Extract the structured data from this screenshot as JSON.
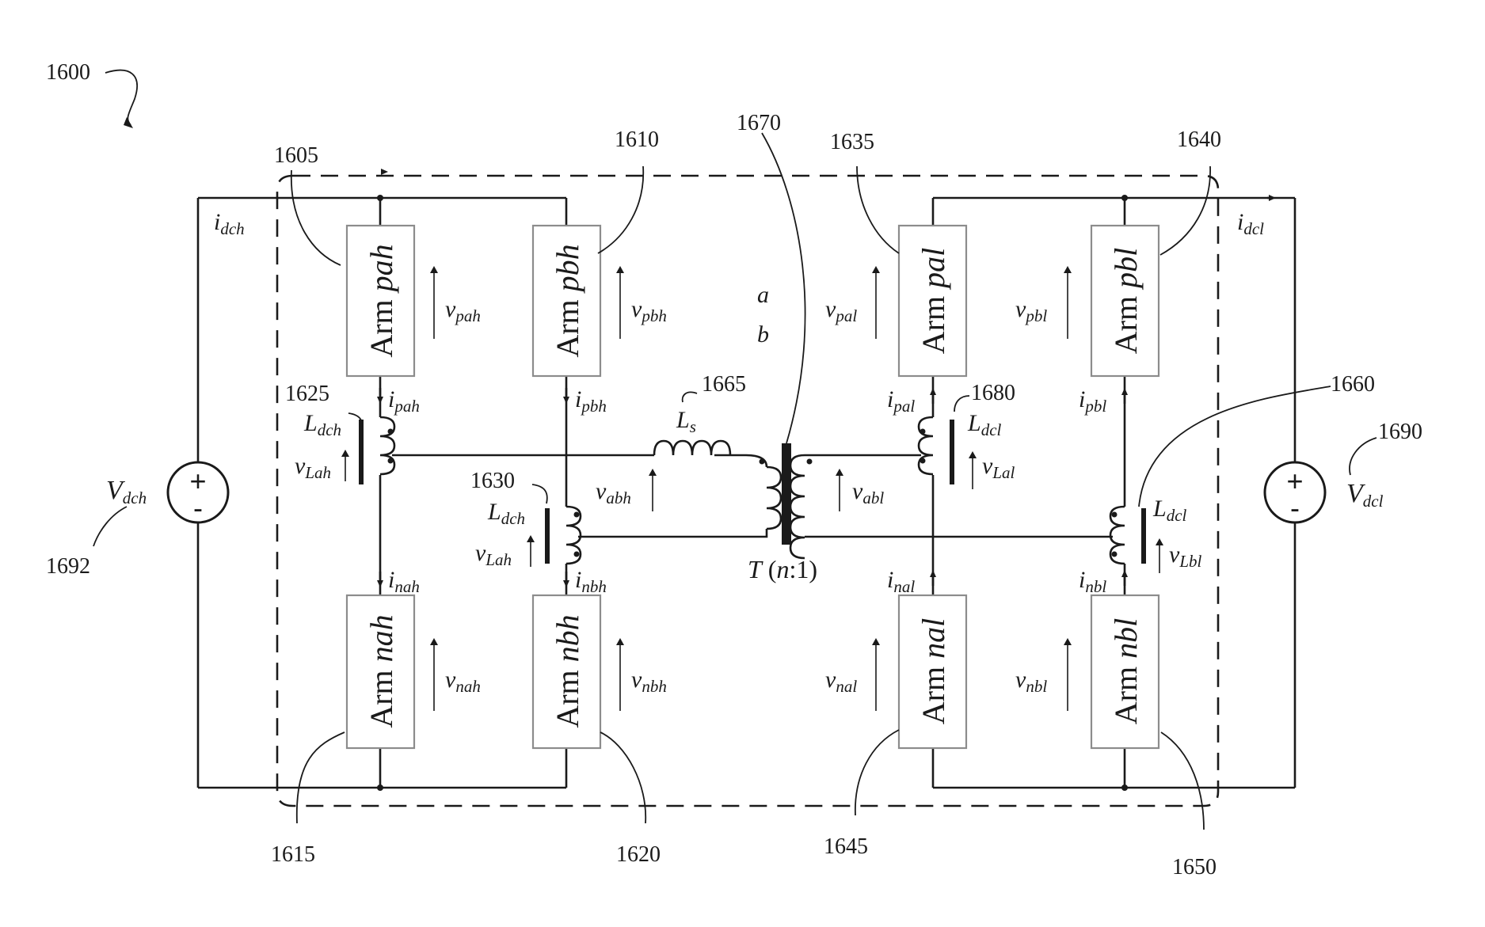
{
  "figure_ref": "1600",
  "arms": [
    {
      "id": "pah",
      "prefix": "Arm ",
      "name": "pah",
      "ref": "1605",
      "voltage": "pah"
    },
    {
      "id": "pbh",
      "prefix": "Arm ",
      "name": "pbh",
      "ref": "1610",
      "voltage": "pbh"
    },
    {
      "id": "nah",
      "prefix": "Arm ",
      "name": "nah",
      "ref": "1615",
      "voltage": "nah"
    },
    {
      "id": "nbh",
      "prefix": "Arm ",
      "name": "nbh",
      "ref": "1620",
      "voltage": "nbh"
    },
    {
      "id": "pal",
      "prefix": "Arm ",
      "name": "pal",
      "ref": "1635",
      "voltage": "pal"
    },
    {
      "id": "pbl",
      "prefix": "Arm ",
      "name": "pbl",
      "ref": "1640",
      "voltage": "pbl"
    },
    {
      "id": "nal",
      "prefix": "Arm ",
      "name": "nal",
      "ref": "1645",
      "voltage": "nal"
    },
    {
      "id": "nbl",
      "prefix": "Arm ",
      "name": "nbl",
      "ref": "1650",
      "voltage": "nbl"
    }
  ],
  "currents": {
    "idch": "dch",
    "idcl": "dcl",
    "ipah": "pah",
    "ipbh": "pbh",
    "inah": "nah",
    "inbh": "nbh",
    "ipal": "pal",
    "ipbl": "pbl",
    "inal": "nal",
    "inbl": "nbl"
  },
  "inductors": {
    "l1625": {
      "ref": "1625",
      "name": "dch",
      "voltage": "Lah"
    },
    "l1630": {
      "ref": "1630",
      "name": "dch",
      "voltage": "Lah"
    },
    "l1680": {
      "ref": "1680",
      "name": "dcl",
      "voltage": "Lal"
    },
    "l1660": {
      "ref": "1660",
      "name": "dcl",
      "voltage": "Lbl"
    },
    "ls": {
      "ref": "1665",
      "name": "s"
    }
  },
  "transformer": {
    "ref": "1670",
    "label_T": "T",
    "label_ratio_open": " (",
    "label_n": "n",
    "label_ratio_close": ":1)",
    "v_primary": "abh",
    "v_secondary": "abl"
  },
  "nodes": {
    "a": "a",
    "b": "b"
  },
  "sources": {
    "high": {
      "ref": "1692",
      "label": "dch",
      "plus": "+",
      "minus": "-"
    },
    "low": {
      "ref": "1690",
      "label": "dcl",
      "plus": "+",
      "minus": "-"
    }
  },
  "symbols": {
    "V": "V",
    "v": "v",
    "i": "i",
    "L": "L"
  }
}
